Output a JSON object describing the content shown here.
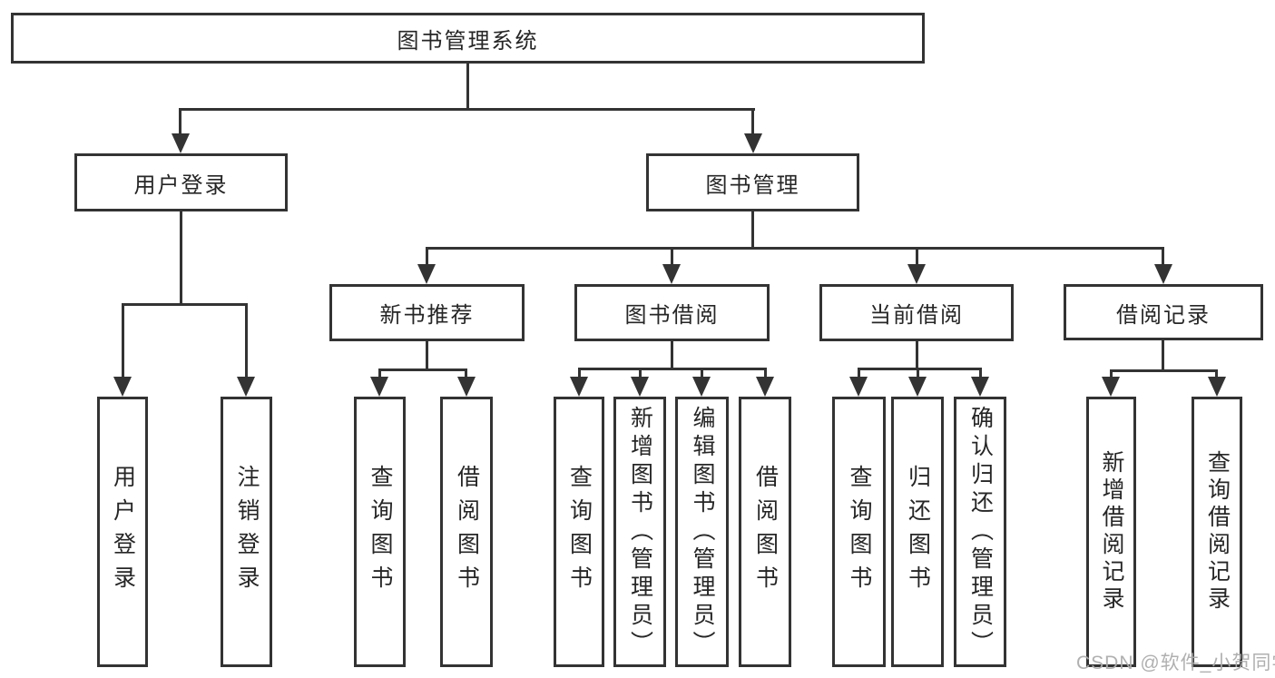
{
  "nodes": {
    "root": "图书管理系统",
    "userLogin": "用户登录",
    "bookMgmt": "图书管理",
    "newBookRec": "新书推荐",
    "bookBorrow": "图书借阅",
    "currentBorrow": "当前借阅",
    "borrowRecords": "借阅记录",
    "a1": "用户登录",
    "a2": "注销登录",
    "b1": "查询图书",
    "b2": "借阅图书",
    "c1": "查询图书",
    "c2": "新增图书（管理员）",
    "c3": "编辑图书（管理员）",
    "c4": "借阅图书",
    "d1": "查询图书",
    "d2": "归还图书",
    "d3": "确认归还（管理员）",
    "e1": "新增借阅记录",
    "e2": "查询借阅记录"
  },
  "watermark": "CSDN @软件_小贺同学",
  "colors": {
    "line": "#333333",
    "text": "#262626",
    "watermark": "#acacac",
    "background": "#ffffff"
  }
}
